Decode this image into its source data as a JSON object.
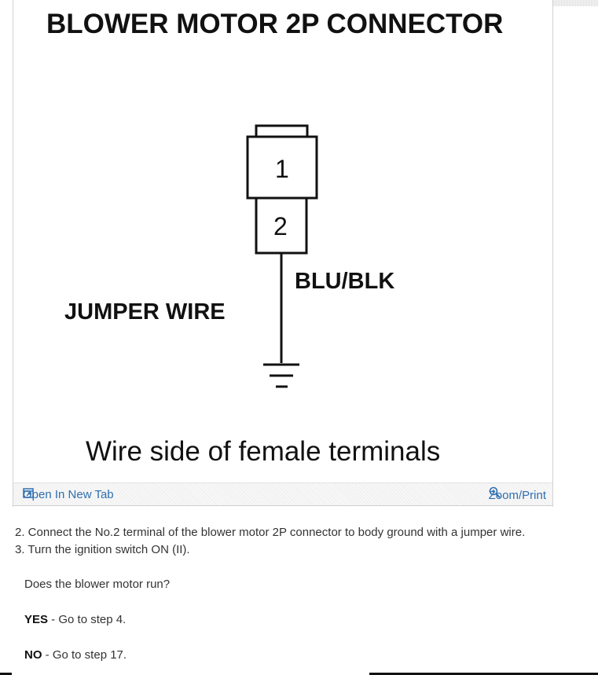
{
  "figure": {
    "title": "BLOWER MOTOR 2P CONNECTOR",
    "terminal_1": "1",
    "terminal_2": "2",
    "wire_color_label": "BLU/BLK",
    "jumper_label": "JUMPER WIRE",
    "caption": "Wire side of female terminals"
  },
  "toolbar": {
    "open_new_tab_label": "Open In New Tab",
    "zoom_print_label": "Zoom/Print",
    "link_color": "#2f6fb0"
  },
  "steps": [
    "2. Connect the No.2 terminal of the blower motor 2P connector to body ground with a jumper wire.",
    "3. Turn the ignition switch ON (II)."
  ],
  "question": "Does the blower motor run?",
  "answers": {
    "yes_label": "YES",
    "yes_text": " - Go to step 4.",
    "no_label": "NO",
    "no_text": " - Go to step 17."
  }
}
